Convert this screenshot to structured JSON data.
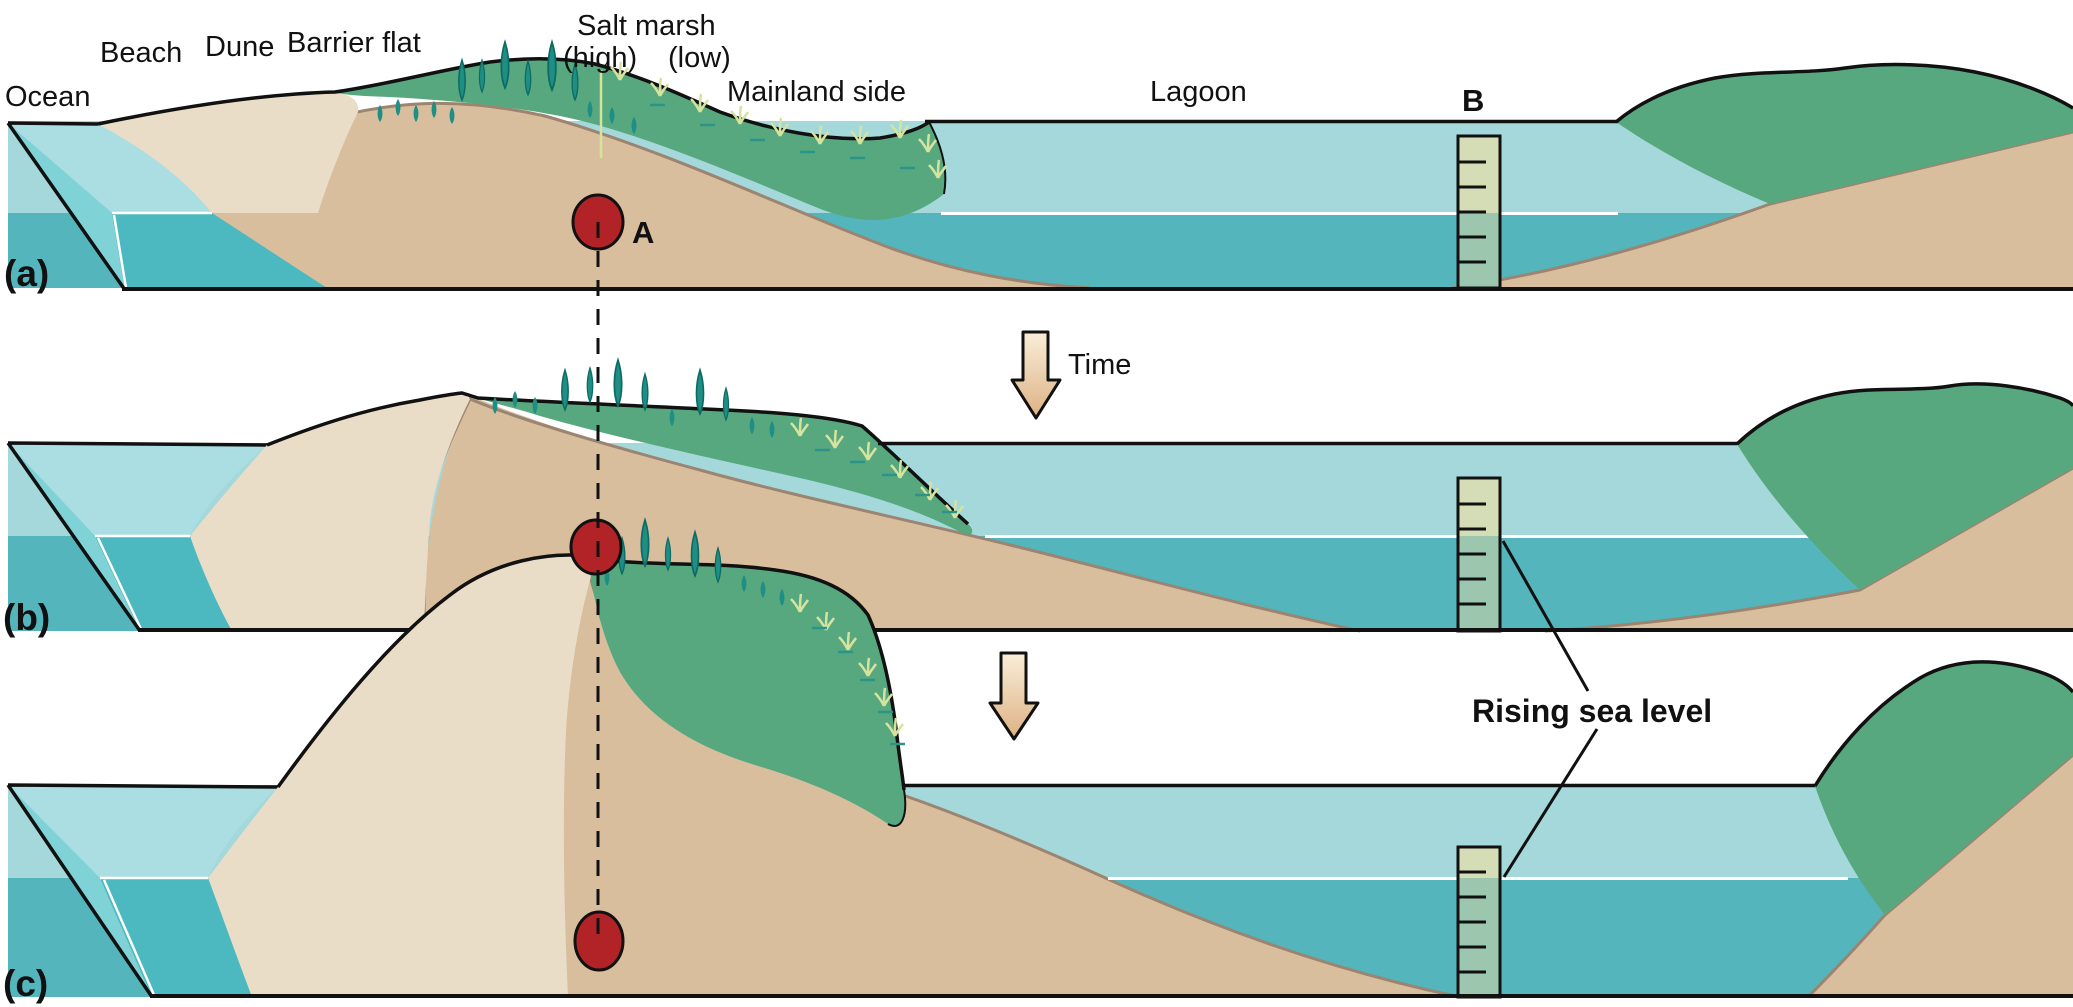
{
  "figure": {
    "description": "Barrier island migration with rising sea level, three time-step panels",
    "labels": {
      "ocean": "Ocean",
      "beach": "Beach",
      "dune": "Dune",
      "barrier_flat": "Barrier flat",
      "salt_marsh": "Salt marsh",
      "salt_marsh_high": "(high)",
      "salt_marsh_low": "(low)",
      "mainland_side": "Mainland side",
      "lagoon": "Lagoon",
      "gauge_b": "B",
      "marker_a": "A",
      "time": "Time",
      "rising_sea_level": "Rising sea level",
      "panel_a": "(a)",
      "panel_b": "(b)",
      "panel_c": "(c)"
    },
    "colors": {
      "water_surface": "#a4d8da",
      "water_front": "#54b5bd",
      "ocean_block_top": "#aadee2",
      "ocean_block_left": "#7fd2d6",
      "ocean_block_front": "#4cb8c0",
      "sand_subsurface": "#d9be9e",
      "beach_sand": "#e9ddc8",
      "vegetation_green": "#57a87e",
      "tree_teal": "#1f8e85",
      "marsh_grass": "#d6e39f",
      "reed_teal": "#2a9488",
      "sand_outline": "#9b8470",
      "marker_red": "#b22328",
      "gauge_stick": "#d5ddb6",
      "gauge_submerged": "#9cc6ae",
      "arrow_light": "#f9eed8",
      "arrow_dark": "#ddb184",
      "outline_black": "#111111",
      "waterline_white": "#ffffff"
    }
  }
}
